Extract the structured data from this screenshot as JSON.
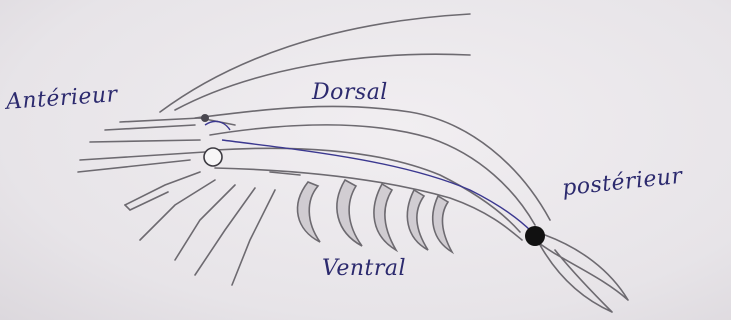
{
  "labels": {
    "anterieur": "Antérieur",
    "dorsal": "Dorsal",
    "ventral": "Ventral",
    "posterieur": "postérieur"
  },
  "colors": {
    "ink": "#2c2a6e",
    "pencil": "#6d6a70",
    "paper": "#eceaec"
  },
  "markers": {
    "anterior": "open-circle",
    "posterior": "filled-circle"
  }
}
